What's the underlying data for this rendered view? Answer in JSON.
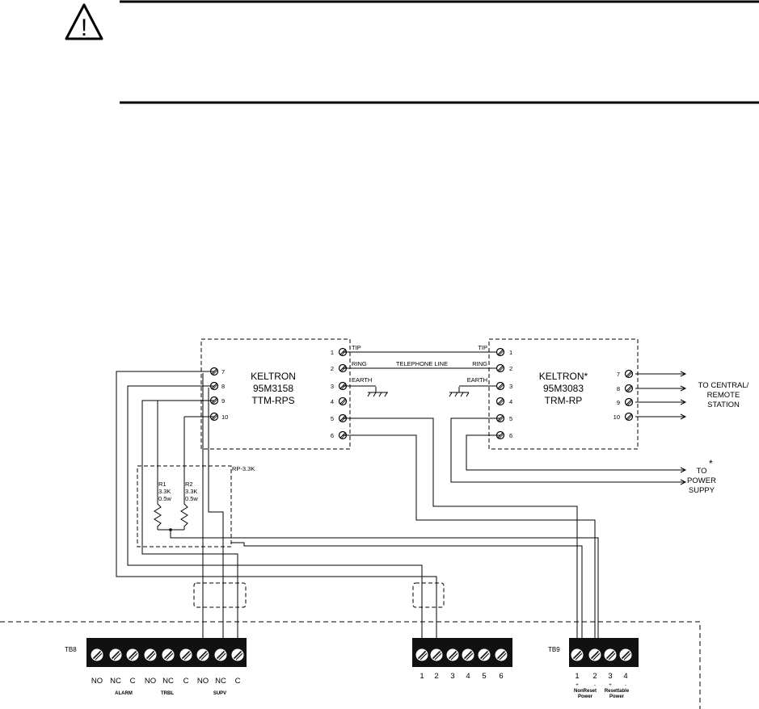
{
  "warning": {
    "icon": "warning-triangle-icon",
    "symbol": "!",
    "text": ""
  },
  "ttm": {
    "line1": "KELTRON",
    "line2": "95M3158",
    "line3": "TTM-RPS",
    "terms": [
      "1",
      "2",
      "3",
      "4",
      "5",
      "6",
      "7",
      "8",
      "9",
      "10"
    ],
    "label_tip": "TIP",
    "label_ring": "RING",
    "label_earth": "EARTH"
  },
  "trm": {
    "line1": "KELTRON*",
    "line2": "95M3083",
    "line3": "TRM-RP",
    "terms": [
      "1",
      "2",
      "3",
      "4",
      "5",
      "6",
      "7",
      "8",
      "9",
      "10"
    ],
    "label_tip": "TIP",
    "label_ring": "RING",
    "label_earth": "EARTH"
  },
  "telephone_line": "TELEPHONE LINE",
  "to_central": [
    "TO CENTRAL/",
    "REMOTE",
    "STATION"
  ],
  "to_power": [
    "TO",
    "POWER",
    "SUPPY"
  ],
  "power_star": "*",
  "rp": {
    "label": "RP-3.3K",
    "r1": [
      "R1",
      "3.3K",
      "0.5w"
    ],
    "r2": [
      "R2",
      "3.3K",
      "0.5w"
    ]
  },
  "tb8": {
    "label": "TB8",
    "term_labels": [
      "NO",
      "NC",
      "C",
      "NO",
      "NC",
      "C",
      "NO",
      "NC",
      "C"
    ],
    "groups": [
      "ALARM",
      "TRBL",
      "SUPV"
    ]
  },
  "tb_mid": {
    "term_labels": [
      "1",
      "2",
      "3",
      "4",
      "5",
      "6"
    ]
  },
  "tb9": {
    "label": "TB9",
    "term_labels": [
      "1",
      "2",
      "3",
      "4"
    ],
    "polarity": [
      "+",
      "-",
      "+",
      "-"
    ],
    "group1": [
      "NonReset",
      "Power"
    ],
    "group2": [
      "Resettable",
      "Power"
    ]
  }
}
